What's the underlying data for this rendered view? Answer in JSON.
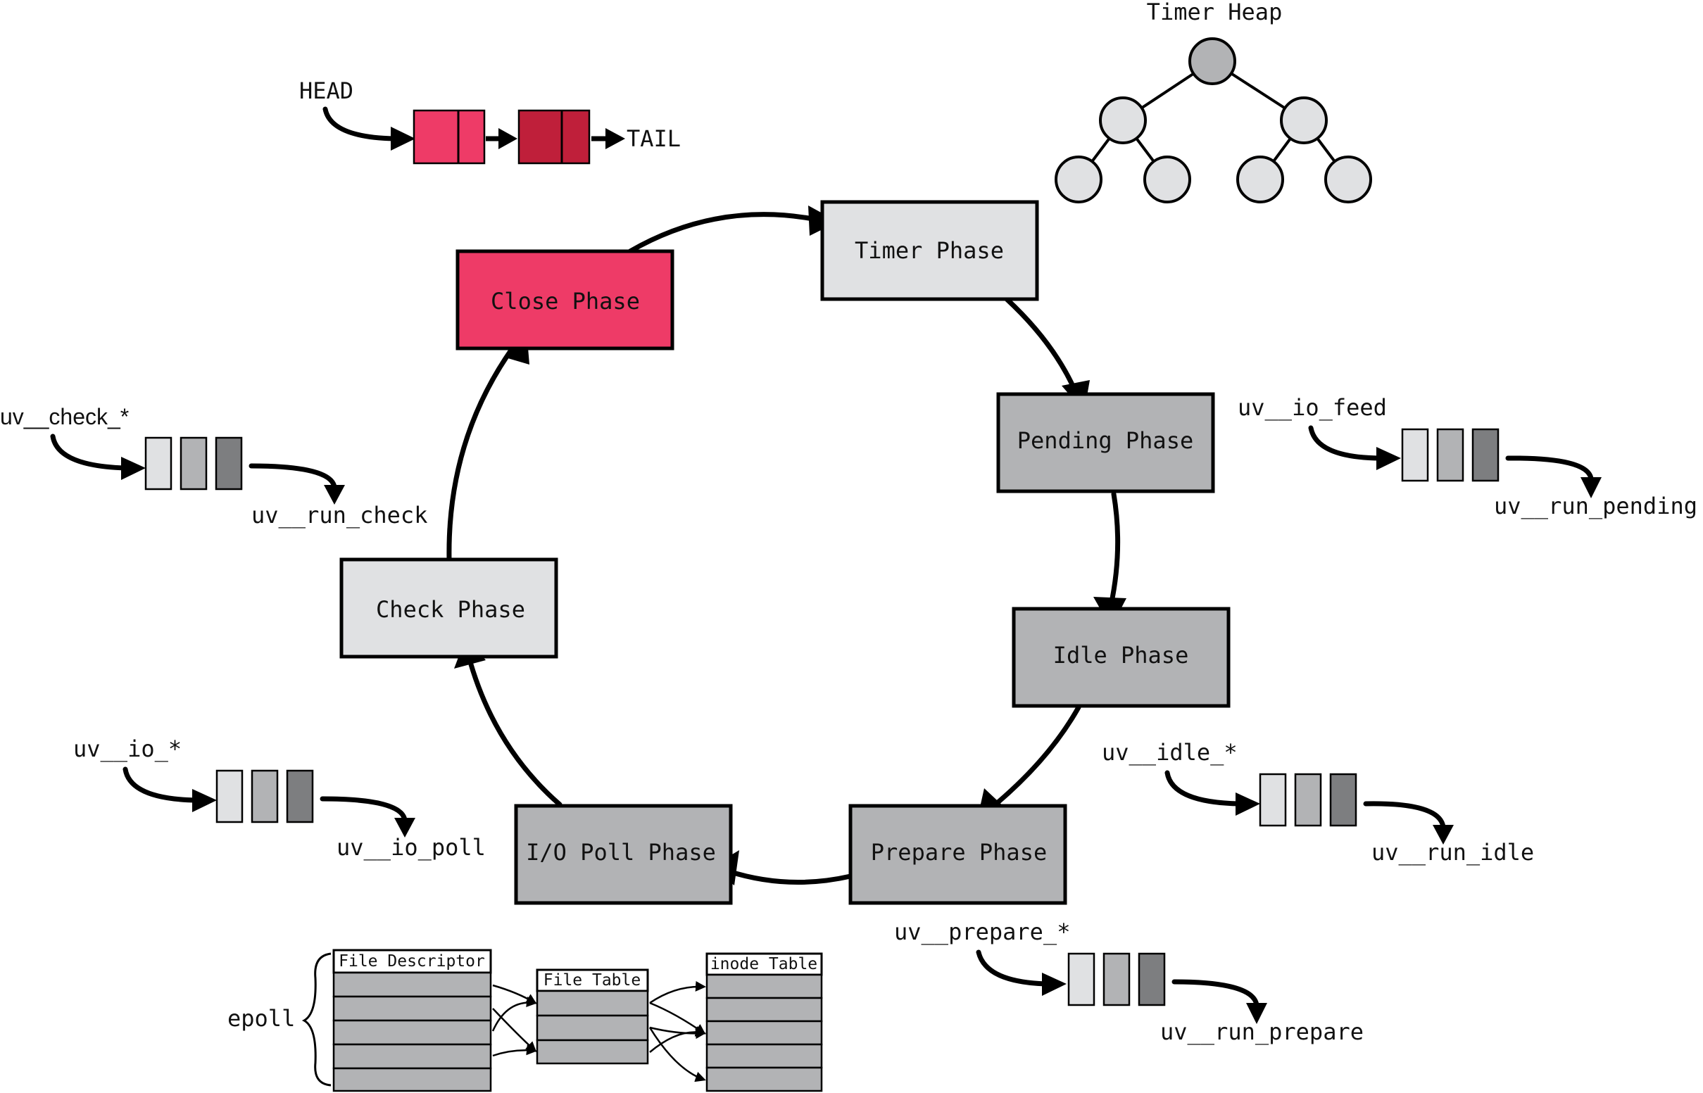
{
  "phases": {
    "timer": "Timer Phase",
    "pending": "Pending Phase",
    "idle": "Idle Phase",
    "prepare": "Prepare Phase",
    "io_poll": "I/O Poll Phase",
    "check": "Check Phase",
    "close": "Close Phase"
  },
  "timer_heap": {
    "title": "Timer Heap"
  },
  "close_queue": {
    "head": "HEAD",
    "tail": "TAIL"
  },
  "queues": {
    "pending": {
      "input": "uv__io_feed",
      "output": "uv__run_pending"
    },
    "idle": {
      "input": "uv__idle_*",
      "output": "uv__run_idle"
    },
    "prepare": {
      "input": "uv__prepare_*",
      "output": "uv__run_prepare"
    },
    "io": {
      "input": "uv__io_*",
      "output": "uv__io_poll"
    },
    "check": {
      "input": "uv__check_*",
      "output": "uv__run_check"
    }
  },
  "epoll": {
    "label": "epoll",
    "file_descriptor": "File Descriptor",
    "file_table": "File Table",
    "inode_table": "inode Table"
  },
  "colors": {
    "close_phase": "#ee3b67",
    "light_gray": "#e0e1e3",
    "mid_gray": "#b2b3b5",
    "dark_gray": "#7d7e80",
    "queue_red_light": "#ee3b67",
    "queue_red_dark": "#bf1f3a"
  }
}
